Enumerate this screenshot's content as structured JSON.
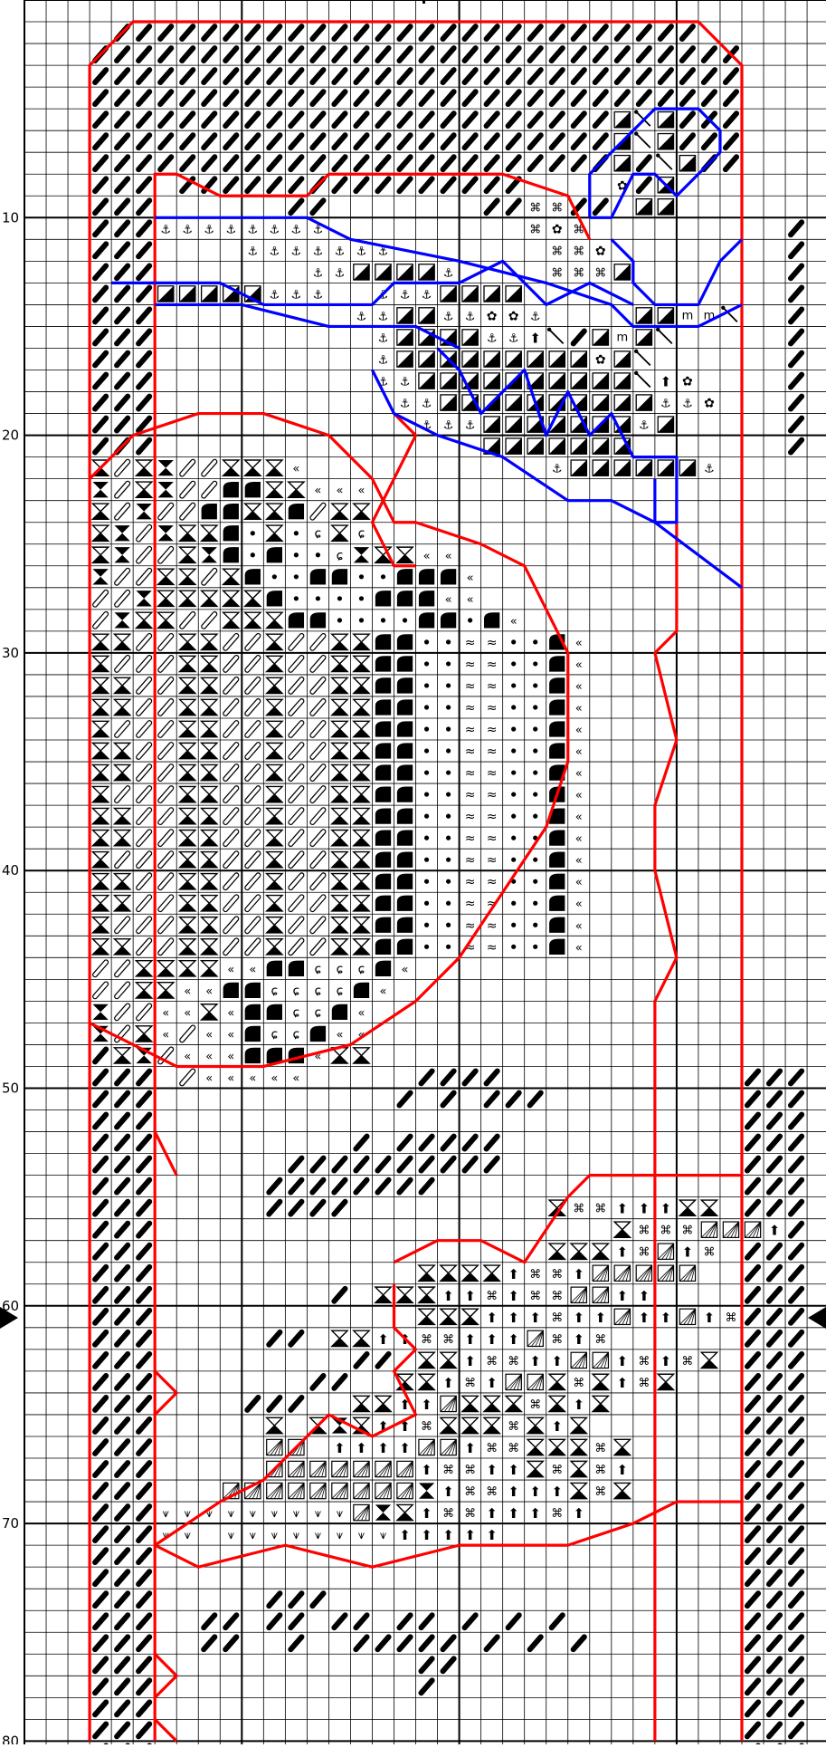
{
  "chart": {
    "title": "",
    "row_labels": [
      "10",
      "20",
      "30",
      "40",
      "50",
      "60",
      "70",
      "80"
    ],
    "marker_row": 60,
    "colors": {
      "grid_minor": "#000000",
      "grid_major": "#000000",
      "outline_red": "#ff0000",
      "outline_blue": "#0000ff",
      "symbol": "#000000"
    },
    "symbols": {
      "diag_solid": "black-diagonal-bar",
      "diag_hollow": "hollow-diagonal-bar",
      "hourglass_half": "half-hourglass",
      "hourglass": "hourglass",
      "triple_chevron": "«",
      "spiral": "ɕ",
      "half_disk": "quarter-fill",
      "dot": "•",
      "approx": "≈",
      "anchor": "⚓",
      "command": "⌘",
      "flower": "✿",
      "arrow_up": "⬆",
      "hatched": "hatched-square",
      "grass": "⩛",
      "wand": "wand",
      "m": "m",
      "square_half": "half-square"
    }
  }
}
